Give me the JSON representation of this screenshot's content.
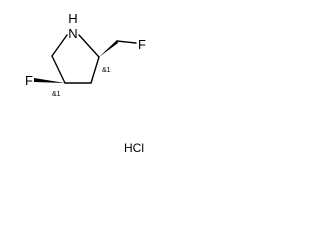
{
  "molecule": {
    "atoms": {
      "nh": "H",
      "n": "N",
      "f1": "F",
      "f2": "F"
    },
    "stereo_labels": {
      "c2": "&1",
      "c4": "&1"
    },
    "salt": "HCl",
    "colors": {
      "line": "#000000",
      "background": "#ffffff"
    }
  }
}
